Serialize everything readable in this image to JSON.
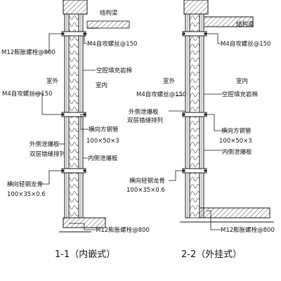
{
  "left_section": {
    "label_structural_beam": "结构梁",
    "label_m4_top": "M4自攻螺丝@150",
    "label_m12_top": "M12膨胀螺栓@800",
    "label_cavity_rockwool": "空腔填充岩棉",
    "label_outdoor": "室外",
    "label_indoor": "室内",
    "label_m4_mid": "M4自攻螺丝@150",
    "label_steel_tube": "横向方钢管",
    "label_steel_tube_dim": "100×50×3",
    "label_inner_board": "内侧泄爆板",
    "label_outer_board": "外侧泄爆板",
    "label_double_stagger": "双层错缝排列",
    "label_keel": "横向轻钢龙骨",
    "label_keel_dim": "100×35×0.6",
    "label_m12_bottom": "M12膨胀螺栓@800",
    "caption": "1-1（内嵌式）"
  },
  "right_section": {
    "label_structural_beam": "结构梁",
    "label_m4_top": "M4自攻螺丝@150",
    "label_outdoor": "室外",
    "label_indoor": "室内",
    "label_m4_mid": "M4自攻螺丝@150",
    "label_cavity_rockwool": "空腔填充岩棉",
    "label_outer_board": "外侧泄爆板",
    "label_double_stagger": "双层错缝排列",
    "label_steel_tube": "横向方钢管",
    "label_steel_tube_dim": "100×50×3",
    "label_inner_board": "内侧泄爆板",
    "label_keel": "横向轻钢龙骨",
    "label_keel_dim": "100×35×0.6",
    "label_m12_bottom": "M12膨胀螺栓@800",
    "caption": "2-2（外挂式）"
  }
}
